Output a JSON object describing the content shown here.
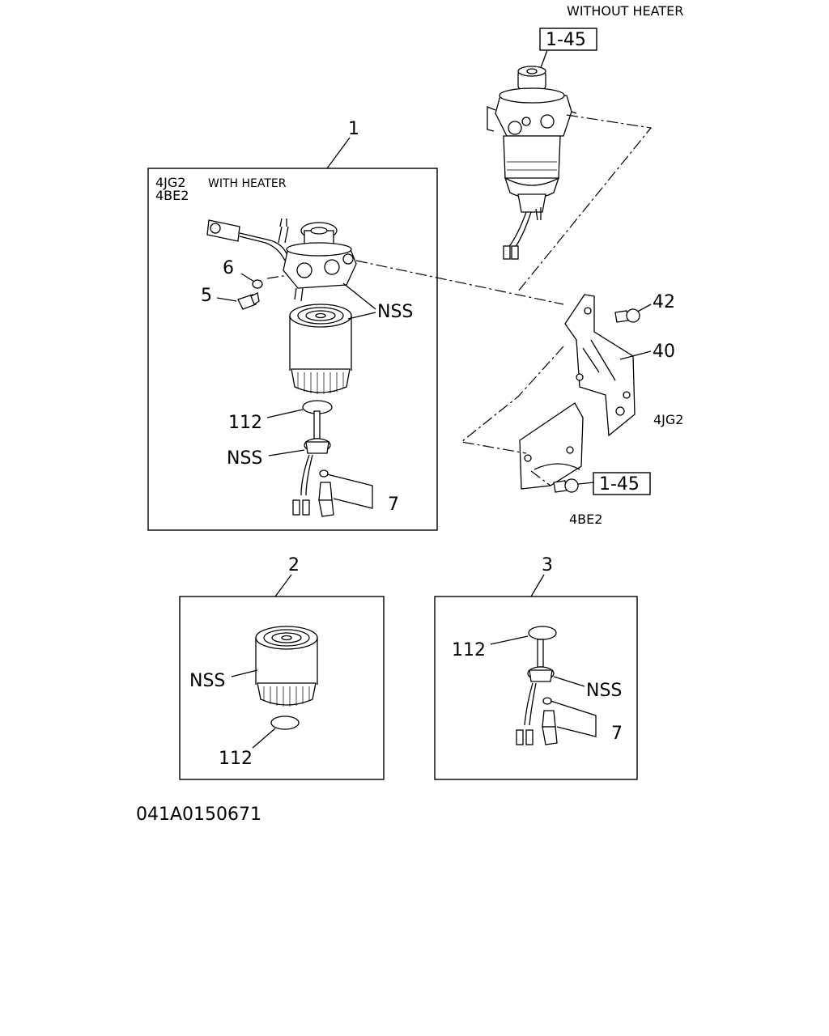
{
  "diagram": {
    "drawing_number": "041A0150671",
    "top_note": "WITHOUT HEATER",
    "ref_top": "1-45",
    "ref_bracket": "1-45",
    "callouts": {
      "item_1": "1",
      "item_2": "2",
      "item_3": "3",
      "item_5": "5",
      "item_6": "6",
      "item_7a": "7",
      "item_7b": "7",
      "item_40": "40",
      "item_42": "42",
      "item_112a": "112",
      "item_112b": "112",
      "item_112c": "112",
      "nss_a": "NSS",
      "nss_b": "NSS",
      "nss_c": "NSS",
      "nss_d": "NSS"
    },
    "box1": {
      "engine_a": "4JG2",
      "engine_b": "4BE2",
      "heater_note": "WITH HEATER"
    },
    "bracket_labels": {
      "engine_4jg2": "4JG2",
      "engine_4be2": "4BE2"
    }
  }
}
